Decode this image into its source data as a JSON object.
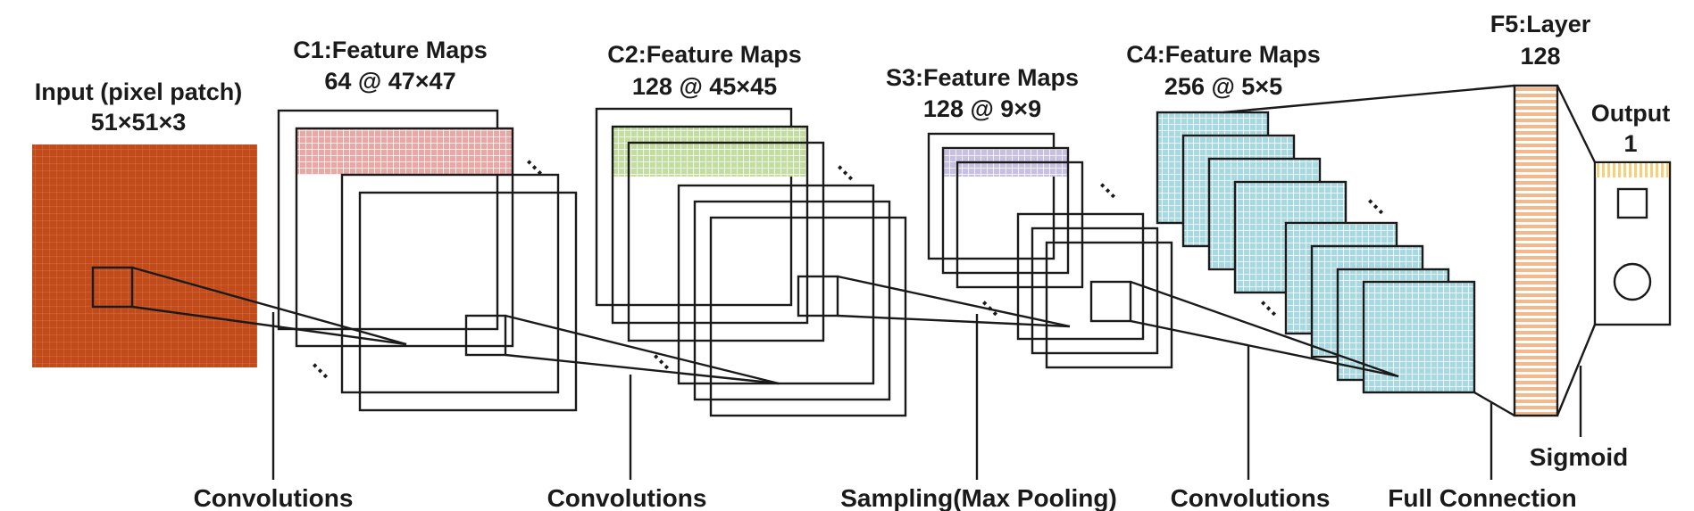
{
  "diagram": {
    "input": {
      "title": "Input (pixel patch)",
      "size": "51×51×3",
      "color": "#c24b1c"
    },
    "c1": {
      "title": "C1:Feature Maps",
      "size": "64 @ 47×47",
      "color": "#e9a7a5"
    },
    "c2": {
      "title": "C2:Feature Maps",
      "size": "128 @ 45×45",
      "color": "#c3dca0"
    },
    "s3": {
      "title": "S3:Feature Maps",
      "size": "128 @ 9×9",
      "color": "#c8c0e0"
    },
    "c4": {
      "title": "C4:Feature Maps",
      "size": "256 @ 5×5",
      "color": "#a8d9e3"
    },
    "f5": {
      "title": "F5:Layer",
      "size": "128",
      "color": "#f3b98b"
    },
    "output": {
      "title": "Output",
      "size": "1",
      "color": "#f2d27a"
    },
    "operations": {
      "conv1": "Convolutions",
      "conv2": "Convolutions",
      "pool": "Sampling(Max Pooling)",
      "conv3": "Convolutions",
      "fc": "Full Connection",
      "sigmoid": "Sigmoid"
    },
    "ellipsis": "…"
  }
}
